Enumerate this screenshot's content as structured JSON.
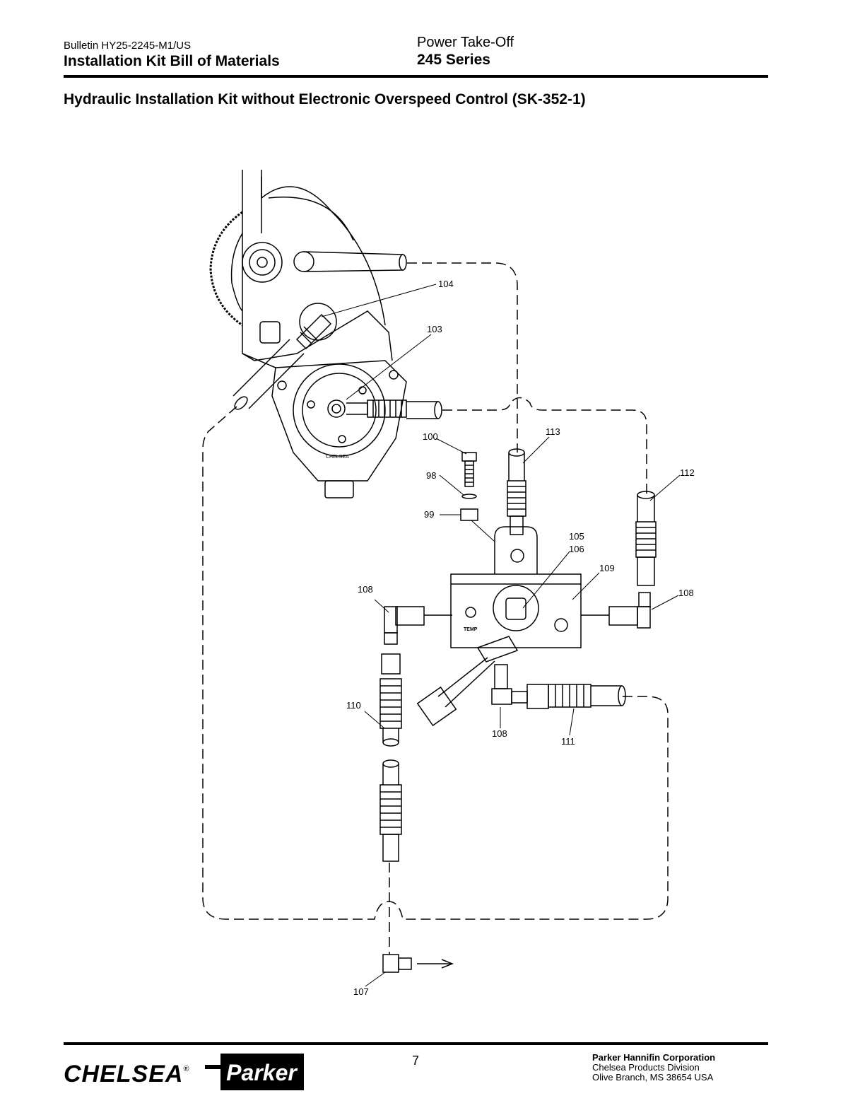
{
  "header": {
    "bulletin": "Bulletin  HY25-2245-M1/US",
    "doc_title": "Installation Kit Bill of Materials",
    "product_line": "Power Take-Off",
    "series": "245 Series"
  },
  "section_title": "Hydraulic Installation Kit without Electronic Overspeed Control (SK-352-1)",
  "diagram": {
    "callouts": {
      "c104": "104",
      "c103": "103",
      "c100": "100",
      "c98": "98",
      "c99": "99",
      "c113": "113",
      "c112": "112",
      "c105": "105",
      "c106": "106",
      "c109": "109",
      "c108a": "108",
      "c108b": "108",
      "c108c": "108",
      "c110": "110",
      "c111": "111",
      "c107": "107"
    },
    "pump_label": "CHELSEA",
    "block_label": "TEMP"
  },
  "footer": {
    "page_number": "7",
    "company": "Parker Hannifin Corporation",
    "division": "Chelsea Products Division",
    "address": "Olive Branch, MS 38654  USA",
    "logo_chelsea": "CHELSEA",
    "logo_registered": "®",
    "logo_parker": "Parker"
  }
}
